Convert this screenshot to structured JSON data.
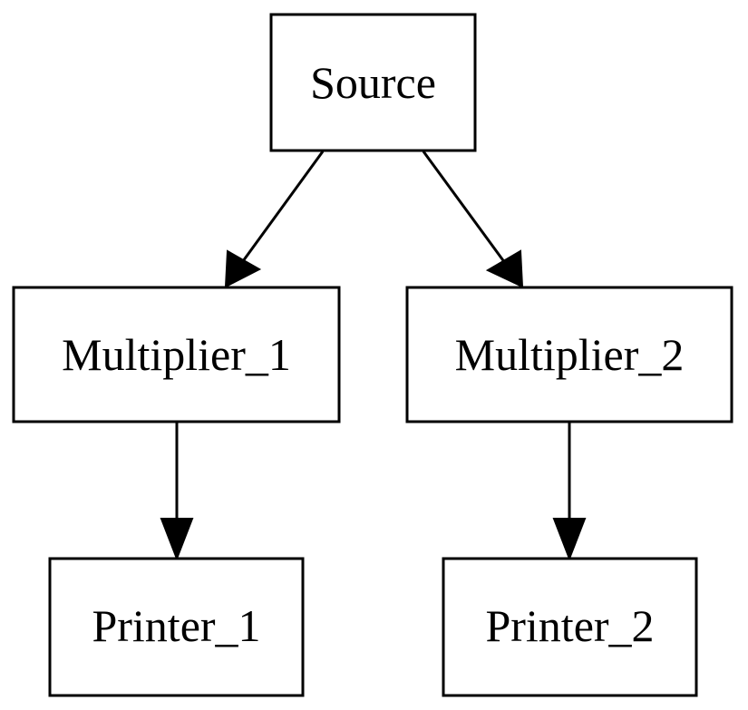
{
  "diagram": {
    "type": "directed-tree",
    "nodes": [
      {
        "id": "source",
        "label": "Source"
      },
      {
        "id": "multiplier_1",
        "label": "Multiplier_1"
      },
      {
        "id": "multiplier_2",
        "label": "Multiplier_2"
      },
      {
        "id": "printer_1",
        "label": "Printer_1"
      },
      {
        "id": "printer_2",
        "label": "Printer_2"
      }
    ],
    "edges": [
      {
        "from": "source",
        "to": "multiplier_1"
      },
      {
        "from": "source",
        "to": "multiplier_2"
      },
      {
        "from": "multiplier_1",
        "to": "printer_1"
      },
      {
        "from": "multiplier_2",
        "to": "printer_2"
      }
    ]
  }
}
